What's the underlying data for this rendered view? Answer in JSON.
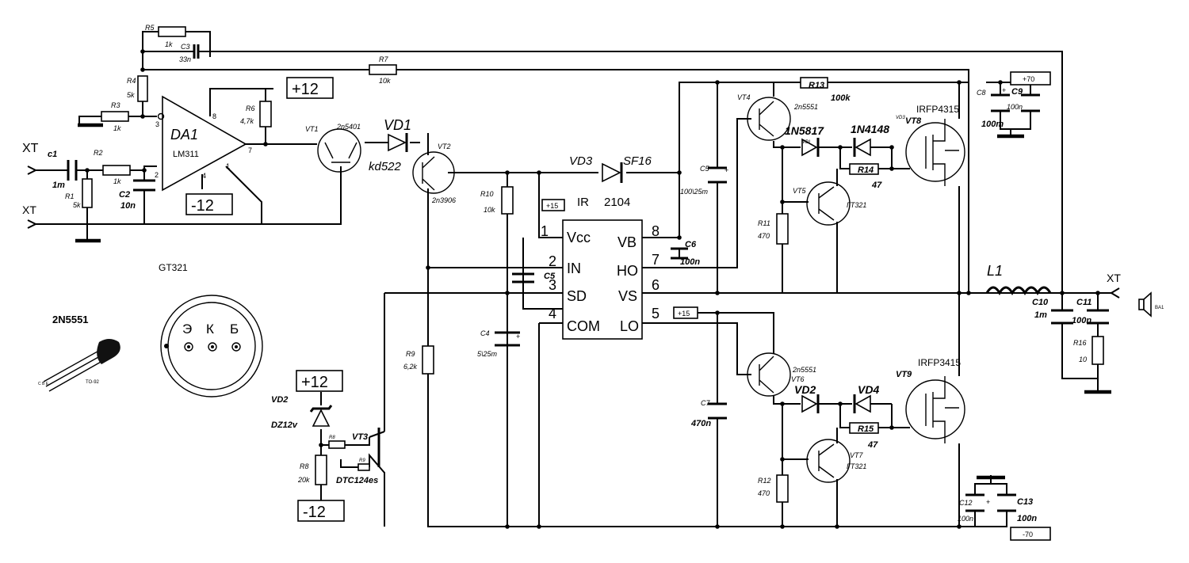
{
  "components": {
    "R1": {
      "ref": "R1",
      "value": "5k"
    },
    "R2": {
      "ref": "R2",
      "value": "1k"
    },
    "R3": {
      "ref": "R3",
      "value": "1k"
    },
    "R4": {
      "ref": "R4",
      "value": "5k"
    },
    "R5": {
      "ref": "R5",
      "value": "1k"
    },
    "R6": {
      "ref": "R6",
      "value": "4,7k"
    },
    "R7": {
      "ref": "R7",
      "value": "10k"
    },
    "R8": {
      "ref": "R8",
      "value": "20k"
    },
    "R9": {
      "ref": "R9",
      "value": "6,2k"
    },
    "R10": {
      "ref": "R10",
      "value": "10k"
    },
    "R11": {
      "ref": "R11",
      "value": "470"
    },
    "R12": {
      "ref": "R12",
      "value": "470"
    },
    "R13": {
      "ref": "R13",
      "value": "100k"
    },
    "R14": {
      "ref": "R14",
      "value": "47"
    },
    "R15": {
      "ref": "R15",
      "value": "47"
    },
    "R16": {
      "ref": "R16",
      "value": "10"
    },
    "C1": {
      "ref": "c1",
      "value": "1m"
    },
    "C2": {
      "ref": "C2",
      "value": "10n"
    },
    "C3": {
      "ref": "C3",
      "value": "33n"
    },
    "C4": {
      "ref": "C4",
      "value": "5\\25m"
    },
    "C5a": {
      "ref": "C5",
      "value": "100\\25m"
    },
    "C5b": {
      "ref": "C5"
    },
    "C6": {
      "ref": "C6",
      "value": "100n"
    },
    "C7": {
      "ref": "C7",
      "value": "470n"
    },
    "C8": {
      "ref": "C8",
      "value": "100m"
    },
    "C9": {
      "ref": "C9",
      "value": "100n"
    },
    "C10": {
      "ref": "C10",
      "value": "1m"
    },
    "C11": {
      "ref": "C11",
      "value": "100n"
    },
    "C12": {
      "ref": "C12",
      "value": "100n"
    },
    "C13": {
      "ref": "C13",
      "value": "100n"
    },
    "DA1": {
      "ref": "DA1",
      "part": "LM311",
      "pins": [
        "3",
        "2",
        "8",
        "7",
        "4",
        "1"
      ]
    },
    "VT1": {
      "ref": "VT1",
      "part": "2n5401"
    },
    "VT2": {
      "ref": "VT2",
      "part": "2n3906"
    },
    "VT3": {
      "ref": "VT3",
      "part": "DTC124es"
    },
    "VT4": {
      "ref": "VT4",
      "part": "2n5551"
    },
    "VT5": {
      "ref": "VT5",
      "part": "ГТ321"
    },
    "VT6": {
      "ref": "VT6",
      "part": "2n5551"
    },
    "VT7": {
      "ref": "VT7",
      "part": "ГТ321"
    },
    "VT8": {
      "ref": "VT8",
      "part": "IRFP4315"
    },
    "VT9": {
      "ref": "VT9",
      "part": "IRFP3415"
    },
    "VD1": {
      "ref": "VD1",
      "part": "kd522"
    },
    "VD2a": {
      "ref": "VD2",
      "part": "DZ12v"
    },
    "VD2b": {
      "ref": "VD2"
    },
    "VD3a": {
      "ref": "VD3",
      "part": "SF16"
    },
    "VD3b": {
      "ref": "1N5817",
      "tiny": "VDI"
    },
    "VD4": {
      "ref": "VD4"
    },
    "D1N4148": {
      "ref": "1N4148",
      "tiny": "VD3"
    },
    "L1": {
      "ref": "L1"
    },
    "BA1": {
      "ref": "BA1"
    },
    "R_small1": {
      "ref": "R8"
    },
    "R_small2": {
      "ref": "R9"
    }
  },
  "driver_ic": {
    "label_prefix": "IR",
    "label_part": "2104",
    "left_pins": [
      {
        "num": "1",
        "name": "Vcc"
      },
      {
        "num": "2",
        "name": "IN"
      },
      {
        "num": "3",
        "name": "SD"
      },
      {
        "num": "4",
        "name": "COM"
      }
    ],
    "right_pins": [
      {
        "num": "8",
        "name": "VB"
      },
      {
        "num": "7",
        "name": "HO"
      },
      {
        "num": "6",
        "name": "VS"
      },
      {
        "num": "5",
        "name": "LO"
      }
    ]
  },
  "rails": {
    "p12_top": "+12",
    "m12_top": "-12",
    "p12_bottom": "+12",
    "m12_bottom": "-12",
    "p15_a": "+15",
    "p15_b": "+15",
    "p70": "+70",
    "m70": "-70"
  },
  "connectors": {
    "xt_in_1": "XT",
    "xt_in_2": "XT",
    "xt_out": "XT"
  },
  "notes": {
    "gt321": "GT321",
    "n5551_title": "2N5551",
    "to92": "TO-92",
    "pin_e": "Э",
    "pin_k": "К",
    "pin_b": "Б",
    "to92_cbe": "C B E"
  },
  "colors": {
    "ink": "#000000",
    "background": "#ffffff"
  }
}
